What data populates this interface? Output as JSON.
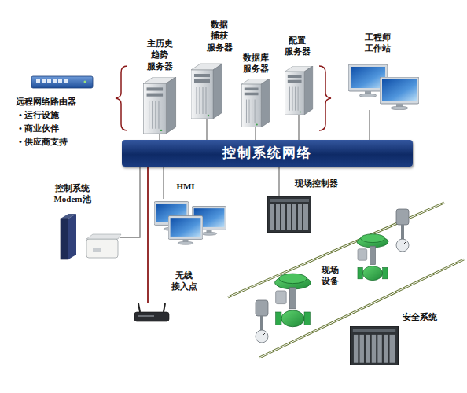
{
  "diagram": {
    "nodes": [
      {
        "text": [
          "主历史 趋势 服务器"
        ]
      },
      {
        "text": [
          "数据 捕获 服务器"
        ]
      },
      {
        "text": [
          "数据库 服务器"
        ]
      },
      {
        "text": [
          "配置 服务器"
        ]
      },
      {
        "text": [
          "工程师 工作站"
        ]
      },
      {
        "text": [
          "远程网络路由器",
          "• 运行设施",
          "• 商业伙伴",
          "• 供应商支持"
        ]
      },
      {
        "text": [
          "控制系统网络"
        ]
      },
      {
        "text": [
          "控制系统 Modem池"
        ]
      },
      {
        "text": [
          "HMI"
        ]
      },
      {
        "text": [
          "现场控制器"
        ]
      },
      {
        "text": [
          "现场 设备"
        ]
      },
      {
        "text": [
          "无线 接入点"
        ]
      },
      {
        "text": [
          "安全系统"
        ]
      }
    ],
    "edges": [
      {
        "from": 0,
        "to": 6,
        "arrow": "none"
      },
      {
        "from": 1,
        "to": 6,
        "arrow": "none"
      },
      {
        "from": 2,
        "to": 6,
        "arrow": "none"
      },
      {
        "from": 3,
        "to": 6,
        "arrow": "none"
      },
      {
        "from": 4,
        "to": 6,
        "arrow": "none"
      },
      {
        "from": 6,
        "to": 7,
        "arrow": "none"
      },
      {
        "from": 6,
        "to": 8,
        "arrow": "none"
      },
      {
        "from": 6,
        "to": 9,
        "arrow": "none"
      },
      {
        "from": 6,
        "to": 11,
        "arrow": "none"
      }
    ]
  }
}
